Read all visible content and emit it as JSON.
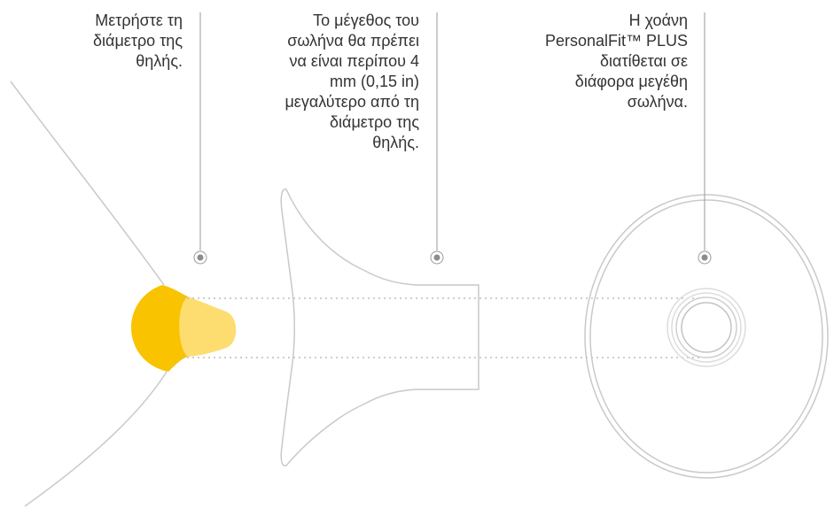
{
  "captions": [
    {
      "lines": [
        "Μετρήστε τη",
        "διάμετρο της",
        "θηλής."
      ]
    },
    {
      "lines": [
        "Το μέγεθος του",
        "σωλήνα θα πρέπει",
        "να είναι περίπου 4",
        "mm (0,15 in)",
        "μεγαλύτερο από τη",
        "διάμετρο της",
        "θηλής."
      ]
    },
    {
      "lines": [
        "Η χοάνη",
        "PersonalFit™ PLUS",
        "διατίθεται σε",
        "διάφορα μεγέθη",
        "σωλήνα."
      ]
    }
  ],
  "colors": {
    "nipple": "#f9c300",
    "nipple_light": "#fddd70",
    "outline": "#c9c9c9",
    "pointer": "#9a9a9a",
    "text": "#333333"
  }
}
